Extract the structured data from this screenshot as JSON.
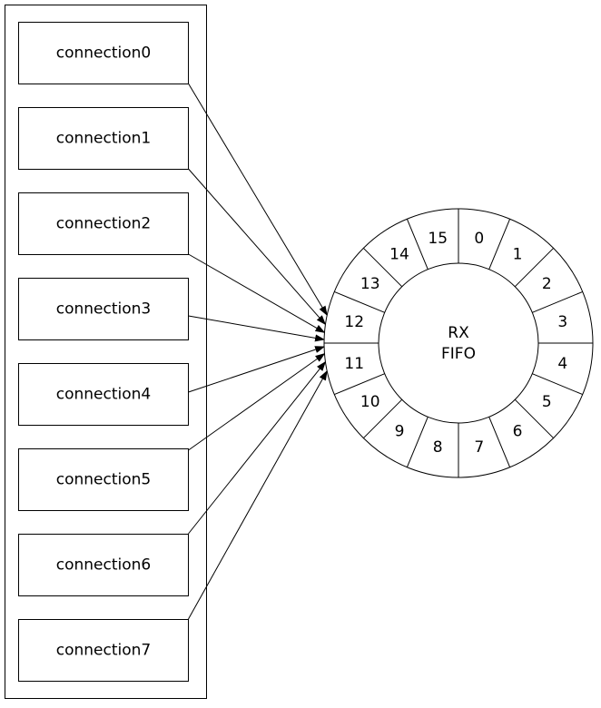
{
  "connections": [
    "connection0",
    "connection1",
    "connection2",
    "connection3",
    "connection4",
    "connection5",
    "connection6",
    "connection7"
  ],
  "fifo": {
    "label_lines": [
      "RX",
      "FIFO"
    ],
    "slots": [
      "0",
      "1",
      "2",
      "3",
      "4",
      "5",
      "6",
      "7",
      "8",
      "9",
      "10",
      "11",
      "12",
      "13",
      "14",
      "15"
    ]
  },
  "colors": {
    "stroke": "#000000",
    "fill": "#ffffff",
    "text": "#000000"
  }
}
